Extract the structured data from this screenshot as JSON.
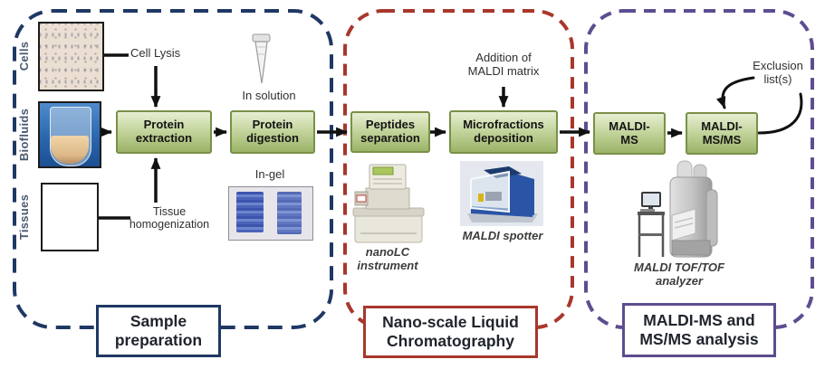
{
  "diagram_title": "MALDI MS proteomics workflow",
  "colors": {
    "panel_sample_prep": "#1f3864",
    "panel_nanolc": "#a8372c",
    "panel_maldi": "#5e4d8f",
    "process_box_border": "#7a9048",
    "process_box_top": "#e6efd2",
    "process_box_bottom": "#9bb368",
    "arrow": "#111111"
  },
  "sample_sources": [
    {
      "label": "Cells"
    },
    {
      "label": "Biofluids"
    },
    {
      "label": "Tissues"
    }
  ],
  "annotations": {
    "cell_lysis": "Cell Lysis",
    "tissue_homogenization_line1": "Tissue",
    "tissue_homogenization_line2": "homogenization",
    "in_solution": "In solution",
    "in_gel": "In-gel",
    "matrix_line1": "Addition of",
    "matrix_line2": "MALDI matrix",
    "exclusion_line1": "Exclusion",
    "exclusion_line2": "list(s)"
  },
  "process_boxes": [
    {
      "line1": "Protein",
      "line2": "extraction"
    },
    {
      "line1": "Protein",
      "line2": "digestion"
    },
    {
      "line1": "Peptides",
      "line2": "separation"
    },
    {
      "line1": "Microfractions",
      "line2": "deposition"
    },
    {
      "line1": "MALDI-",
      "line2": "MS"
    },
    {
      "line1": "MALDI-",
      "line2": "MS/MS"
    }
  ],
  "instruments": [
    {
      "line1": "nanoLC",
      "line2": "instrument"
    },
    {
      "line1": "MALDI spotter",
      "line2": ""
    },
    {
      "line1": "MALDI TOF/TOF",
      "line2": "analyzer"
    }
  ],
  "stage_labels": [
    {
      "line1": "Sample",
      "line2": "preparation"
    },
    {
      "line1": "Nano-scale Liquid",
      "line2": "Chromatography"
    },
    {
      "line1": "MALDI-MS and",
      "line2": "MS/MS analysis"
    }
  ]
}
